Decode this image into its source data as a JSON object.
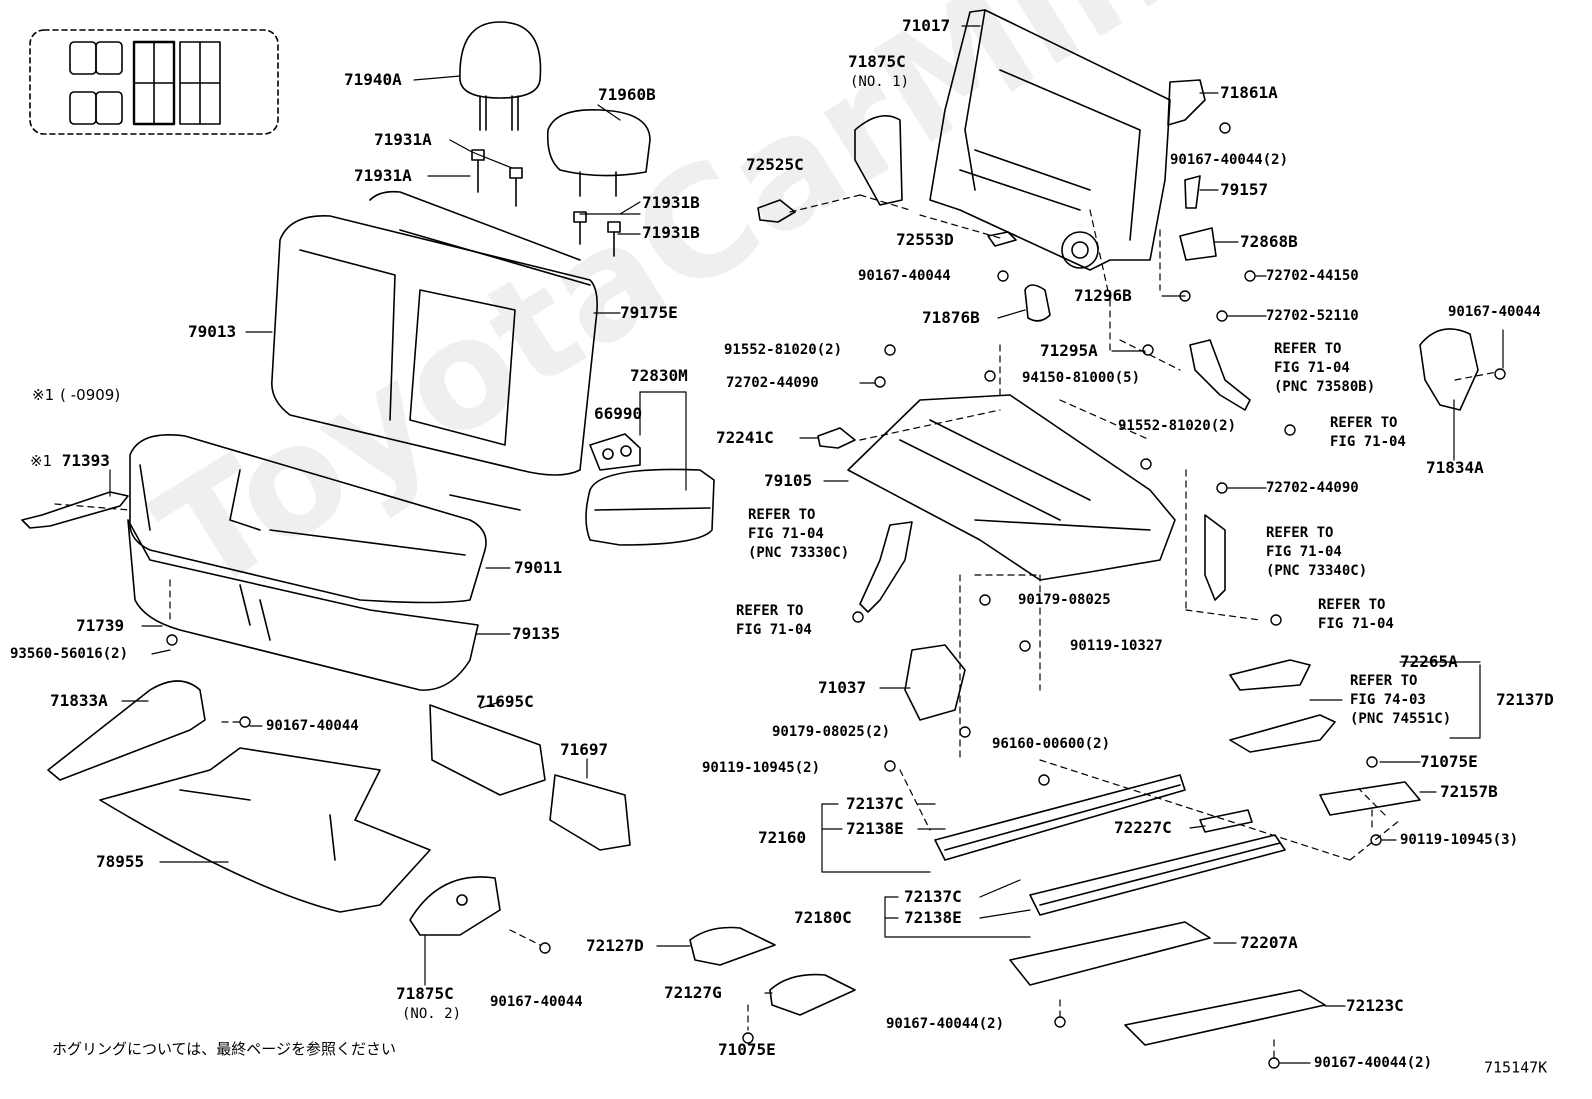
{
  "figure_code": "715147K",
  "watermark": "ToyotaCarMine.ru",
  "footnote_jp": "ホグリングについては、最終ページを参照ください",
  "note_range": {
    "mark": "※1",
    "text": "(      -0909)"
  },
  "note_71393_mark": "※1",
  "sub_no1": "(NO. 1)",
  "sub_no2": "(NO. 2)",
  "labels": {
    "71940A": "71940A",
    "71960B": "71960B",
    "71931A_1": "71931A",
    "71931A_2": "71931A",
    "71931B_1": "71931B",
    "71931B_2": "71931B",
    "79013": "79013",
    "79175E": "79175E",
    "72830M": "72830M",
    "66990": "66990",
    "71393": "71393",
    "79011": "79011",
    "71739": "71739",
    "93560": "93560-56016(2)",
    "79135": "79135",
    "71833A": "71833A",
    "90167_left": "90167-40044",
    "71695C": "71695C",
    "71697": "71697",
    "78955": "78955",
    "71875C_bottom": "71875C",
    "90167_bottom": "90167-40044",
    "71017": "71017",
    "71875C_top": "71875C",
    "71861A": "71861A",
    "90167_2": "90167-40044(2)",
    "79157": "79157",
    "72525C": "72525C",
    "72553D": "72553D",
    "72868B": "72868B",
    "90167_mid": "90167-40044",
    "72702_44150": "72702-44150",
    "71296B": "71296B",
    "71876B": "71876B",
    "72702_52110": "72702-52110",
    "91552_1": "91552-81020(2)",
    "71295A": "71295A",
    "90167_right": "90167-40044",
    "72702_44090_1": "72702-44090",
    "94150": "94150-81000(5)",
    "72241C": "72241C",
    "91552_2": "91552-81020(2)",
    "71834A": "71834A",
    "79105": "79105",
    "72702_44090_2": "72702-44090",
    "90179_1": "90179-08025",
    "90119_10327": "90119-10327",
    "71037": "71037",
    "90179_2": "90179-08025(2)",
    "72265A": "72265A",
    "72137D": "72137D",
    "96160": "96160-00600(2)",
    "90119_10945": "90119-10945(2)",
    "71075E_right": "71075E",
    "72137C_1": "72137C",
    "72138E_1": "72138E",
    "72160": "72160",
    "72227C": "72227C",
    "72157B": "72157B",
    "90119_10945_3": "90119-10945(3)",
    "72137C_2": "72137C",
    "72180C": "72180C",
    "72138E_2": "72138E",
    "72207A": "72207A",
    "72127D": "72127D",
    "72127G": "72127G",
    "72123C": "72123C",
    "90167_2b": "90167-40044(2)",
    "71075E_bottom": "71075E",
    "90167_2c": "90167-40044(2)"
  },
  "refs": {
    "r1": [
      "REFER TO",
      "FIG 71-04",
      "(PNC 73580B)"
    ],
    "r2": [
      "REFER TO",
      "FIG 71-04"
    ],
    "r3": [
      "REFER TO",
      "FIG 71-04",
      "(PNC 73330C)"
    ],
    "r4": [
      "REFER TO",
      "FIG 71-04"
    ],
    "r5": [
      "REFER TO",
      "FIG 71-04",
      "(PNC 73340C)"
    ],
    "r6": [
      "REFER TO",
      "FIG 71-04"
    ],
    "r7": [
      "REFER TO",
      "FIG 74-03",
      "(PNC 74551C)"
    ]
  }
}
